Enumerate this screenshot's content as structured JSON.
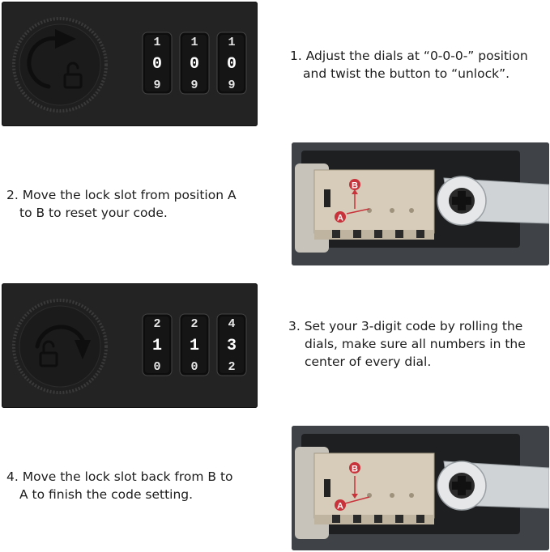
{
  "steps": [
    {
      "lines": [
        "1. Adjust the dials at “0-0-0-” position",
        "and twist the button to “unlock”."
      ]
    },
    {
      "lines": [
        "2. Move the lock slot from position A",
        "to B to reset your code."
      ],
      "marker_a": "A",
      "marker_b": "B"
    },
    {
      "lines": [
        "3. Set your 3-digit code by rolling the",
        "dials, make sure all numbers in the",
        "center of every dial."
      ]
    },
    {
      "lines": [
        "4. Move the lock slot back from B to",
        "A to finish the code setting."
      ],
      "marker_a": "A",
      "marker_b": "B"
    }
  ],
  "dials_step1": [
    {
      "top": "1",
      "center": "0",
      "bottom": "9"
    },
    {
      "top": "1",
      "center": "0",
      "bottom": "9"
    },
    {
      "top": "1",
      "center": "0",
      "bottom": "9"
    }
  ],
  "dials_step3": [
    {
      "top": "2",
      "center": "1",
      "bottom": "0"
    },
    {
      "top": "2",
      "center": "1",
      "bottom": "0"
    },
    {
      "top": "4",
      "center": "3",
      "bottom": "2"
    }
  ],
  "colors": {
    "panel": "#232323",
    "dial_face": "#f4f4f4",
    "marker_red": "#c8323a",
    "metal": "#d9cfbd",
    "handle": "#cfd3d6"
  },
  "icons": [
    "unlock-arrow-icon",
    "lock-arrow-icon"
  ]
}
